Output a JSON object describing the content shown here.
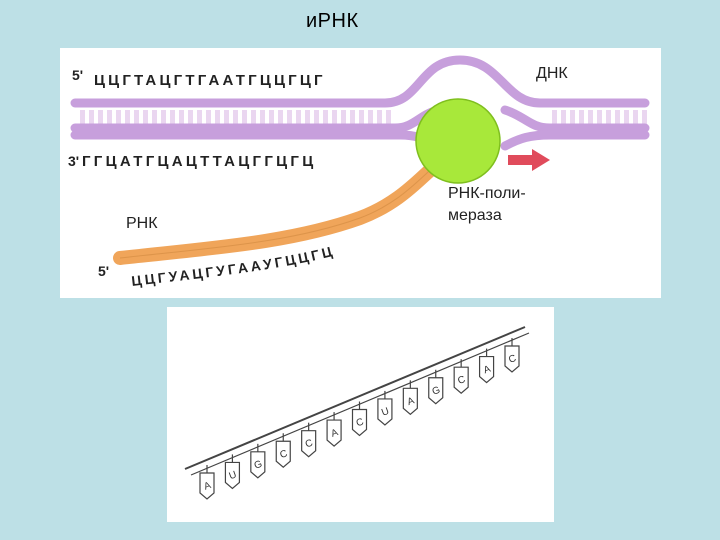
{
  "title": "иРНК",
  "transcription": {
    "dna_top_prime": "5'",
    "dna_top_sequence": "ЦЦГТАЦГТГААТГЦЦГЦГ",
    "dna_bottom_prime": "3'",
    "dna_bottom_sequence": "ГГЦАТГЦАЦТТАЦГГЦГЦ",
    "rna_prime": "5'",
    "rna_sequence": "ЦЦГУАЦГУГААУГЦЦГЦ",
    "label_dna": "ДНК",
    "label_rna": "РНК",
    "label_polymerase_line1": "РНК-поли-",
    "label_polymerase_line2": "мераза",
    "colors": {
      "dna_strand": "#c79fdc",
      "dna_rungs": "#ead6f0",
      "rna_strand": "#f0a55a",
      "polymerase": "#a8e83a",
      "arrow": "#e04b5b",
      "panel_background": "#bde0e6"
    }
  },
  "mrna_strand": {
    "bases": [
      "A",
      "U",
      "G",
      "C",
      "C",
      "A",
      "C",
      "U",
      "A",
      "G",
      "C",
      "A",
      "C"
    ]
  }
}
